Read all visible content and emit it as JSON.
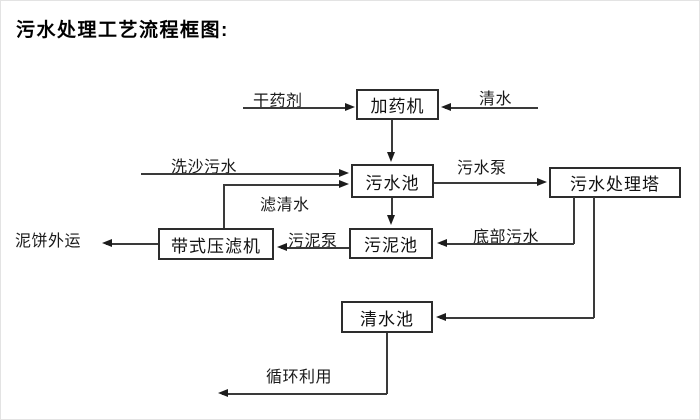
{
  "title": "污水处理工艺流程框图:",
  "nodes": {
    "dosing_machine": {
      "label": "加药机"
    },
    "sewage_pool": {
      "label": "污水池"
    },
    "treatment_tower": {
      "label": "污水处理塔"
    },
    "sludge_pool": {
      "label": "污泥池"
    },
    "belt_filter_press": {
      "label": "带式压滤机"
    },
    "clean_water_pool": {
      "label": "清水池"
    }
  },
  "flow_labels": {
    "dry_agent": "干药剂",
    "clean_water": "清水",
    "sand_washing_sewage": "洗沙污水",
    "sewage_pump": "污水泵",
    "filtered_water": "滤清水",
    "bottom_sewage": "底部污水",
    "sludge_pump": "污泥泵",
    "mud_cake_out": "泥饼外运",
    "recycling": "循环利用"
  },
  "colors": {
    "background": "#ffffff",
    "line": "#3a3a3a",
    "text": "#000000"
  }
}
